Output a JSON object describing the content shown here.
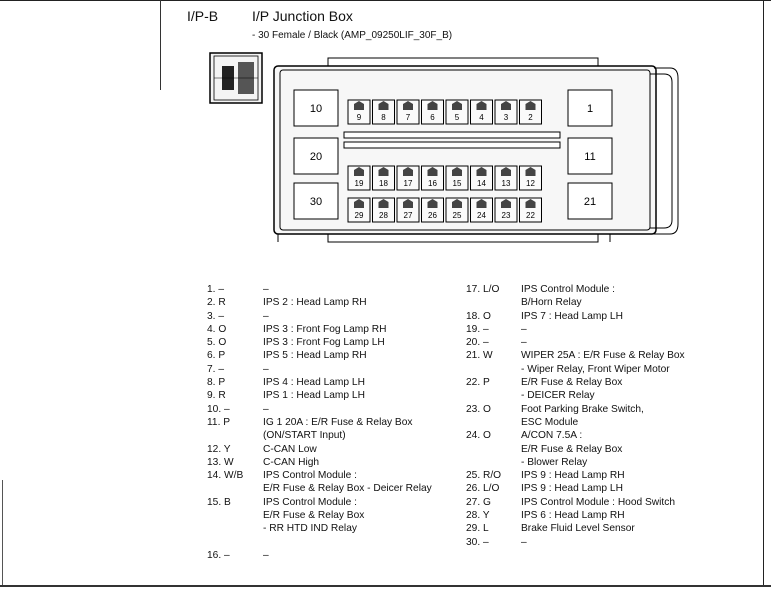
{
  "header": {
    "code": "I/P-B",
    "title": "I/P Junction Box",
    "subtitle": "- 30 Female / Black (AMP_09250LIF_30F_B)"
  },
  "connector": {
    "large_cavities": [
      "10",
      "20",
      "30",
      "1",
      "11",
      "21"
    ],
    "top_row": [
      "9",
      "8",
      "7",
      "6",
      "5",
      "4",
      "3",
      "2"
    ],
    "middle_row": [
      "19",
      "18",
      "17",
      "16",
      "15",
      "14",
      "13",
      "12"
    ],
    "bottom_row": [
      "29",
      "28",
      "27",
      "26",
      "25",
      "24",
      "23",
      "22"
    ]
  },
  "pins_left": [
    [
      "1. –",
      "–"
    ],
    [
      "2. R",
      "IPS 2 : Head Lamp RH"
    ],
    [
      "3. –",
      "–"
    ],
    [
      "4. O",
      "IPS 3 : Front Fog Lamp RH"
    ],
    [
      "5. O",
      "IPS 3 : Front Fog Lamp LH"
    ],
    [
      "6. P",
      "IPS 5 : Head Lamp RH"
    ],
    [
      "7. –",
      "–"
    ],
    [
      "8. P",
      "IPS 4 : Head Lamp LH"
    ],
    [
      "9. R",
      "IPS 1 : Head Lamp LH"
    ],
    [
      "10. –",
      "–"
    ],
    [
      "11. P",
      "IG 1 20A : E/R Fuse & Relay Box"
    ],
    [
      "",
      "(ON/START Input)"
    ],
    [
      "12. Y",
      "C-CAN Low"
    ],
    [
      "13. W",
      "C-CAN High"
    ],
    [
      "14. W/B",
      "IPS Control Module :"
    ],
    [
      "",
      "E/R Fuse & Relay Box - Deicer Relay"
    ],
    [
      "15. B",
      "IPS Control Module :"
    ],
    [
      "",
      "E/R Fuse & Relay Box"
    ],
    [
      "",
      "- RR HTD IND Relay"
    ],
    [
      "",
      ""
    ],
    [
      "16. –",
      "–"
    ]
  ],
  "pins_right": [
    [
      "17. L/O",
      "IPS Control Module :"
    ],
    [
      "",
      "B/Horn Relay"
    ],
    [
      "18. O",
      "IPS 7 : Head Lamp LH"
    ],
    [
      "19. –",
      "–"
    ],
    [
      "20. –",
      "–"
    ],
    [
      "21. W",
      "WIPER 25A : E/R Fuse & Relay Box"
    ],
    [
      "",
      "- Wiper Relay, Front Wiper Motor"
    ],
    [
      "22. P",
      "E/R Fuse & Relay Box"
    ],
    [
      "",
      "- DEICER Relay"
    ],
    [
      "23. O",
      "Foot Parking Brake Switch,"
    ],
    [
      "",
      "ESC Module"
    ],
    [
      "24. O",
      "A/CON 7.5A :"
    ],
    [
      "",
      "E/R Fuse & Relay Box"
    ],
    [
      "",
      "- Blower Relay"
    ],
    [
      "25. R/O",
      "IPS 9 : Head Lamp RH"
    ],
    [
      "26. L/O",
      "IPS 9 : Head Lamp LH"
    ],
    [
      "27. G",
      "IPS Control Module : Hood Switch"
    ],
    [
      "28. Y",
      "IPS 6 : Head Lamp RH"
    ],
    [
      "29. L",
      "Brake Fluid Level Sensor"
    ],
    [
      "30. –",
      "–"
    ]
  ]
}
